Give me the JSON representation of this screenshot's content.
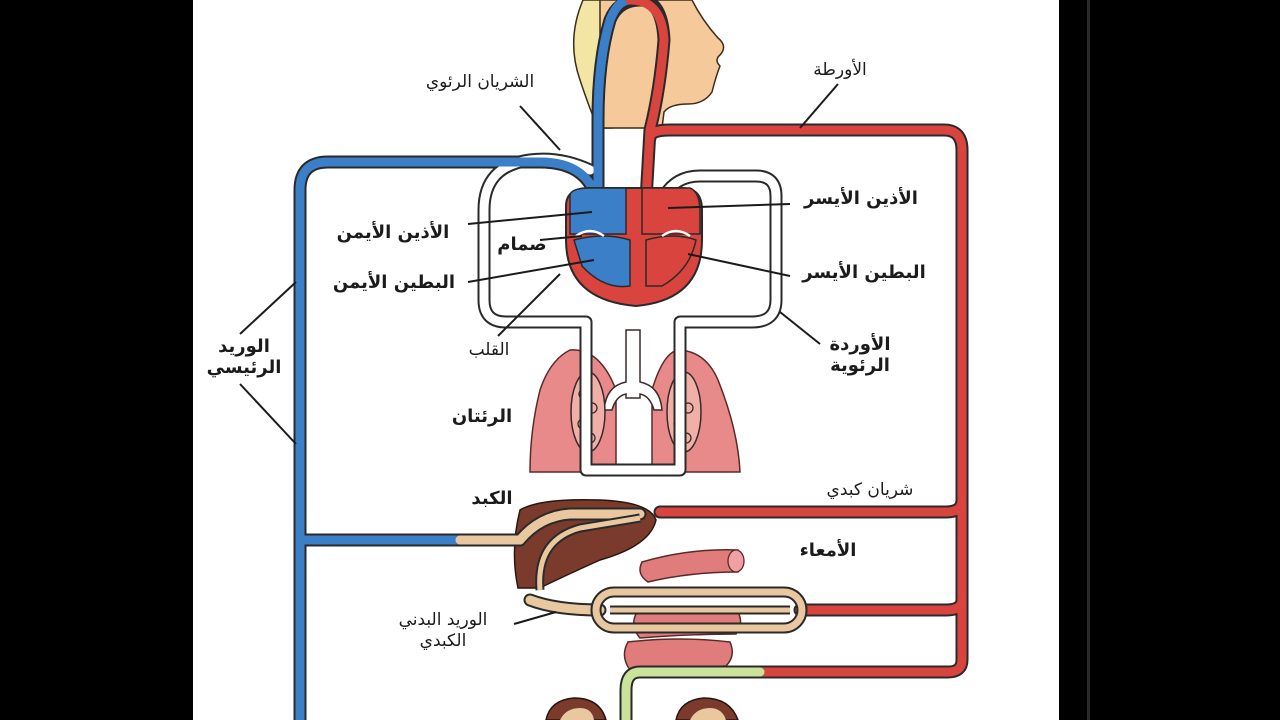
{
  "colors": {
    "oxygenated": "#d9453e",
    "deoxygenated": "#3b7fc8",
    "hepatic_portal": "#e9c8a0",
    "kidney_vessel": "#c9e39a",
    "skin": "#f5c99a",
    "lung": "#e98a8a",
    "liver": "#7a3a2c",
    "intestine": "#e07c7c",
    "hair": "#f3e6a4"
  },
  "labels": {
    "pulmonary_artery": "الشريان الرئوي",
    "aorta": "الأورطة",
    "right_atrium": "الأذين الأيمن",
    "valve": "صمام",
    "right_ventricle": "البطين الأيمن",
    "heart": "القلب",
    "lungs": "الرئتان",
    "main_vein": "الوريد\nالرئيسي",
    "left_atrium": "الأذين الأيسر",
    "left_ventricle": "البطين الأيسر",
    "pulmonary_veins": "الأوردة\nالرئوية",
    "hepatic_artery": "شريان كبدي",
    "liver": "الكبد",
    "intestines": "الأمعاء",
    "hepatic_portal_vein": "الوريد البدني\nالكبدي"
  }
}
